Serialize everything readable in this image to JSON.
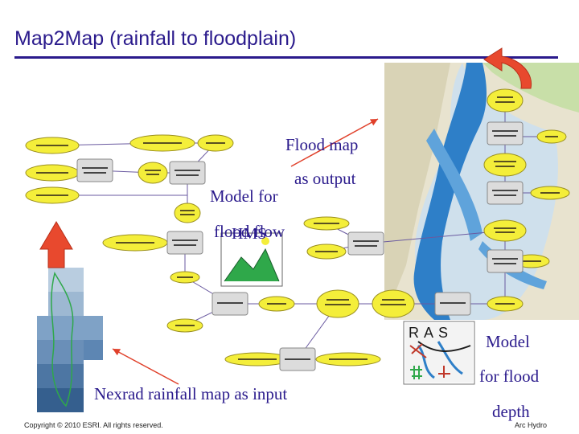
{
  "title": "Map2Map (rainfall to floodplain)",
  "labels": {
    "flood_map": "Flood map",
    "as_output": "as output",
    "model_for": "Model for",
    "flood_flow": "flood flow",
    "hms": "HMS",
    "ras_model_1": "Model",
    "ras_model_2": "for flood",
    "ras_model_3": "depth",
    "nexrad": "Nexrad rainfall map as input",
    "ras_logo": "RAS"
  },
  "footer": {
    "copyright": "Copyright © 2010 ESRI. All rights reserved.",
    "brand": "Arc Hydro"
  },
  "colors": {
    "title": "#2a1a8c",
    "node_fill": "#f4ee3a",
    "edge": "#6a5aa0",
    "tool": "#dcdcdc",
    "arrow": "#e0402a",
    "water": "#2e7fc8"
  }
}
